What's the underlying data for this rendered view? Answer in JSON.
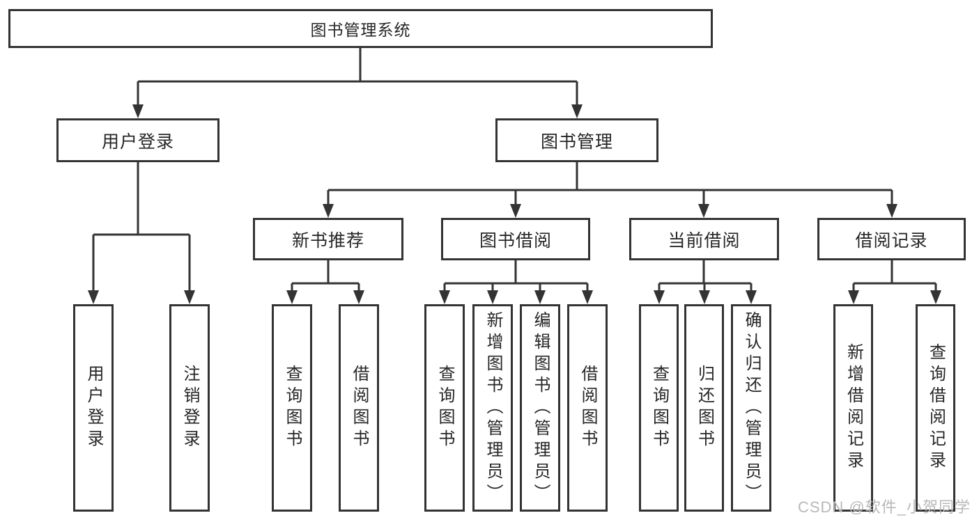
{
  "tree": {
    "root": {
      "label": "图书管理系统"
    },
    "children": [
      {
        "label": "用户登录",
        "children": [
          {
            "label": "用户登录"
          },
          {
            "label": "注销登录"
          }
        ]
      },
      {
        "label": "图书管理",
        "children": [
          {
            "label": "新书推荐",
            "children": [
              {
                "label": "查询图书"
              },
              {
                "label": "借阅图书"
              }
            ]
          },
          {
            "label": "图书借阅",
            "children": [
              {
                "label": "查询图书"
              },
              {
                "label": "新增图书（管理员）"
              },
              {
                "label": "编辑图书（管理员）"
              },
              {
                "label": "借阅图书"
              }
            ]
          },
          {
            "label": "当前借阅",
            "children": [
              {
                "label": "查询图书"
              },
              {
                "label": "归还图书"
              },
              {
                "label": "确认归还（管理员）"
              }
            ]
          },
          {
            "label": "借阅记录",
            "children": [
              {
                "label": "新增借阅记录"
              },
              {
                "label": "查询借阅记录"
              }
            ]
          }
        ]
      }
    ]
  },
  "watermark": {
    "text": "CSDN @软件_小贺同学"
  },
  "colors": {
    "line": "#333333",
    "box_border": "#333333",
    "text": "#262626",
    "background": "#ffffff",
    "watermark": "#b8b8b8"
  }
}
